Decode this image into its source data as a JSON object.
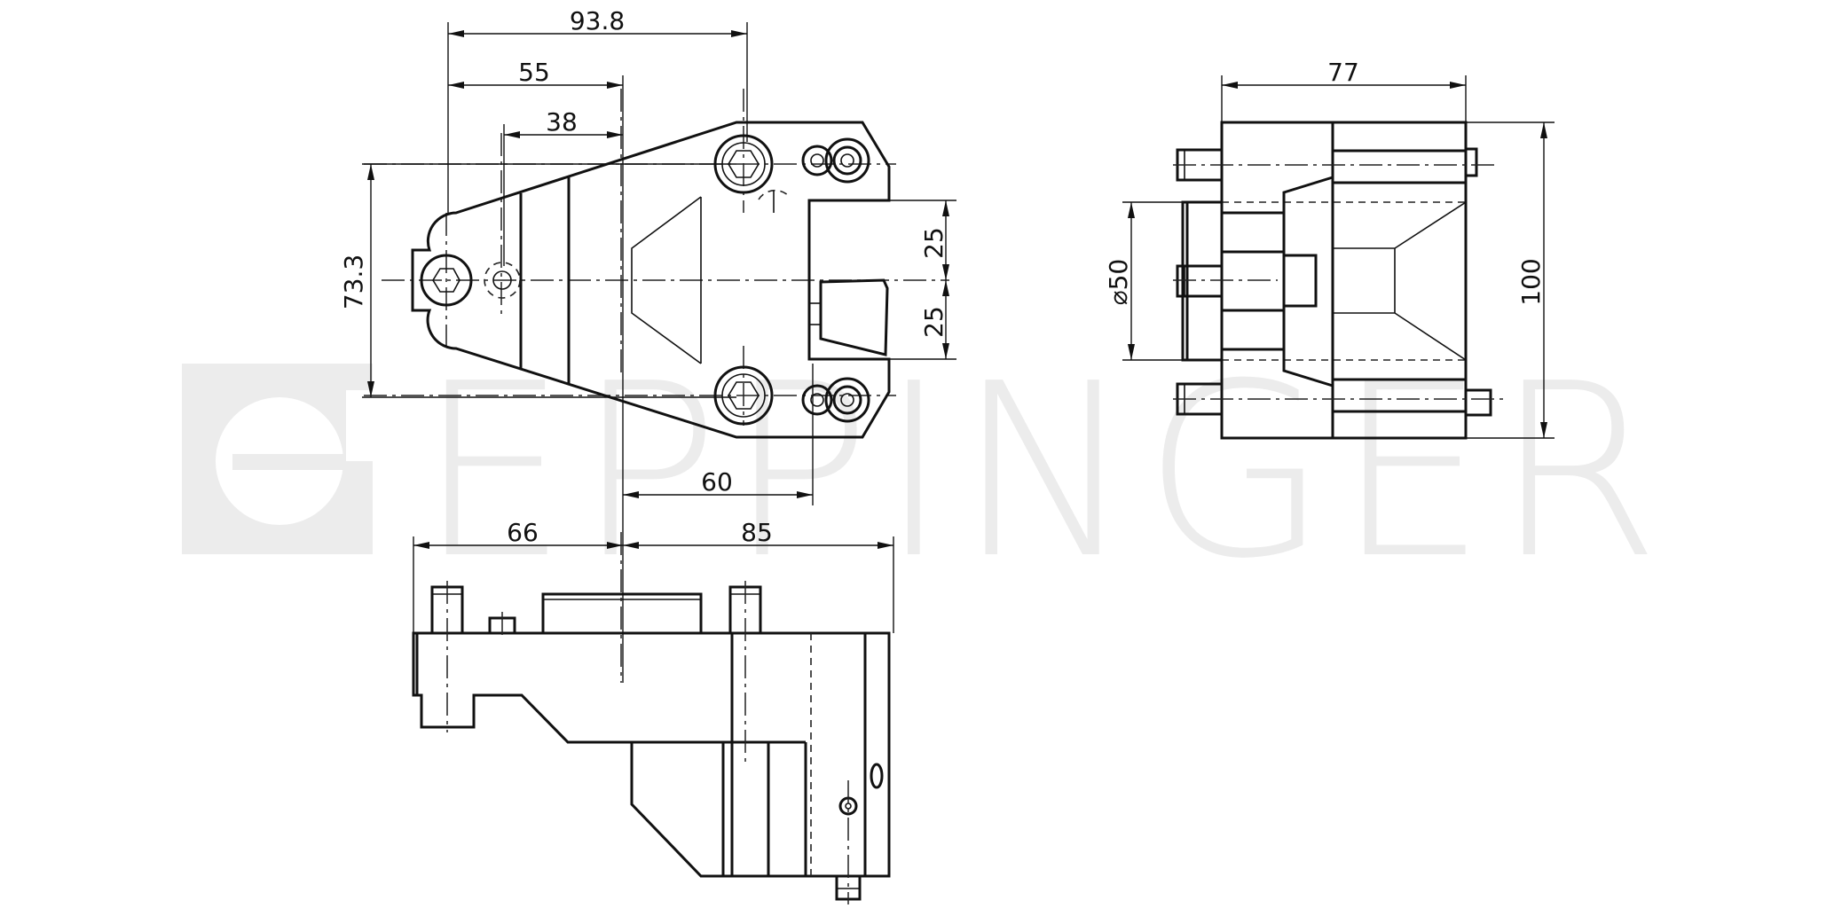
{
  "watermark": {
    "brand": "EPPINGER",
    "logo_icon": "eppinger-logo-icon",
    "color": "#ececec"
  },
  "dimensions": {
    "top_view": {
      "overall_length": "93.8",
      "to_center": "55",
      "to_first_step": "38",
      "height": "73.3",
      "upper_half": "25",
      "lower_half": "25",
      "front_offset": "60"
    },
    "side_view": {
      "width": "77",
      "height": "100",
      "diameter": "⌀50"
    },
    "front_view": {
      "left_length": "66",
      "right_length": "85"
    }
  },
  "line_color": "#111111"
}
